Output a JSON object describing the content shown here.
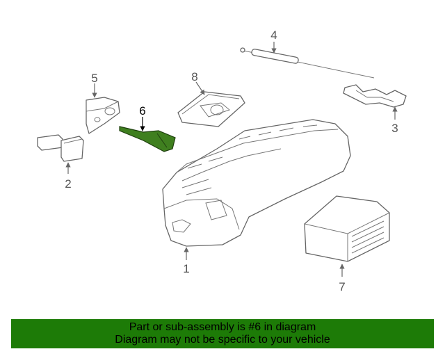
{
  "diagram": {
    "callouts": [
      "1",
      "2",
      "3",
      "4",
      "5",
      "6",
      "7",
      "8"
    ],
    "highlighted_callout": "6",
    "highlight_color": "#3f7f1f"
  },
  "banner": {
    "line1": "Part or sub-assembly is #6 in diagram",
    "line2": "Diagram may not be specific to your vehicle",
    "background": "#1d7b07"
  }
}
